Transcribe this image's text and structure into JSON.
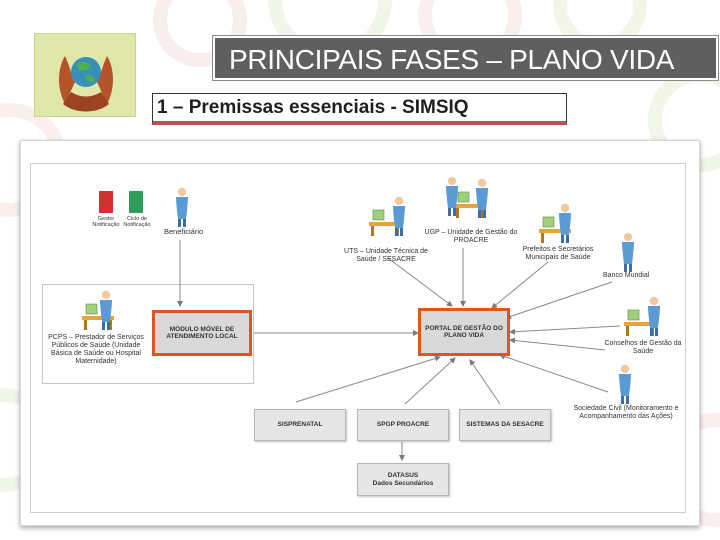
{
  "slide": {
    "title": "PRINCIPAIS FASES – PLANO VIDA",
    "subtitle": "1 – Premissas  essenciais - SIMSIQ"
  },
  "logo": {
    "icon": "hands-holding-globe-icon"
  },
  "legend": {
    "items": [
      {
        "label": "Gestor Notificação",
        "color": "#d32f2f"
      },
      {
        "label": "Ciclo de Notificação",
        "color": "#2e9e5a"
      }
    ]
  },
  "diagram": {
    "actors": {
      "beneficiario": "Beneficiário",
      "uts": "UTS – Unidade Técnica de Saúde / SESACRE",
      "ugp": "UGP – Unidade de Gestão do PROACRE",
      "prefeitos": "Prefeitos e Secretários Municipais de Saúde",
      "banco": "Banco Mundial",
      "conselhos": "Conselhos de Gestão da Saúde",
      "sociedade": "Sociedade Civil (Monitoramento e Acompanhamento das Ações)",
      "pcps": "PCPS – Prestador de Serviços Públicos de Saúde (Unidade Básica de Saúde ou Hospital Maternidade)"
    },
    "nodes": {
      "modulo_movel": "MÓDULO MÓVEL DE ATENDIMENTO LOCAL",
      "portal": "PORTAL DE GESTÃO DO PLANO VIDA",
      "sisprenatal": "SISPRENATAL",
      "spgp": "SPGP PROACRE",
      "sistemas_sesacre": "SISTEMAS DA SESACRE",
      "datasus_title": "DATASUS",
      "datasus_sub": "Dados Secundários"
    }
  }
}
